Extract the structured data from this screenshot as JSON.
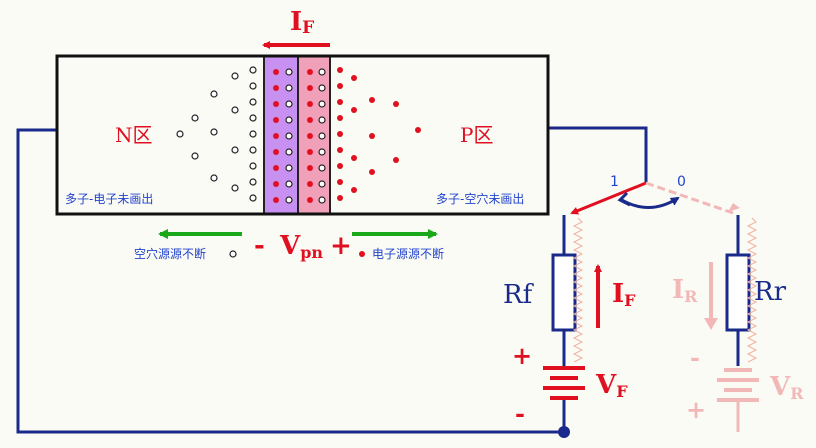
{
  "labels": {
    "current_top": "I",
    "current_sub": "F",
    "n_region": "N区",
    "p_region": "P区",
    "n_note": "多子-电子未画出",
    "p_note": "多子-空穴未画出",
    "left_flow": "空穴源源不断",
    "right_flow": "电子源源不断",
    "minus": "-",
    "vpn_main": "V",
    "vpn_sub": "pn",
    "plus": "+",
    "switch_1": "1",
    "switch_0": "0",
    "rf": "Rf",
    "rr": "Rr",
    "if_main": "I",
    "if_sub": "F",
    "ir_main": "I",
    "ir_sub": "R",
    "vf_main": "V",
    "vf_sub": "F",
    "vr_main": "V",
    "vr_sub": "R",
    "vf_plus": "+",
    "vf_minus": "-",
    "vr_minus": "-",
    "vr_plus": "+"
  },
  "colors": {
    "wire": "#1a2a8a",
    "red": "#e01020",
    "pink_faded": "#f2b8b8",
    "n_depletion": "#c890f0",
    "p_depletion": "#f0a0b8",
    "green": "#1aa81a",
    "blue_text": "#2244cc"
  }
}
